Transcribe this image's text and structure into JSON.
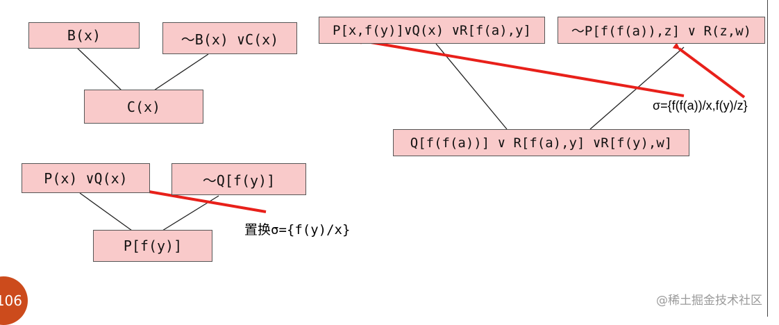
{
  "left_tree_1": {
    "node_b": "B(x)",
    "node_not_b_or_c": "～B(x) ∨C(x)",
    "node_c": "C(x)"
  },
  "left_tree_2": {
    "node_p_or_q": "P(x) ∨Q(x)",
    "node_not_q": "～Q[f(y)]",
    "node_p": "P[f(y)]",
    "substitution_note": "置换σ={f(y)/x}"
  },
  "right_tree": {
    "node_top_left": "P[x,f(y)]∨Q(x) ∨R[f(a),y]",
    "node_top_right": "～P[f(f(a)),z] ∨ R(z,w)",
    "node_bottom": "Q[f(f(a))] ∨ R[f(a),y] ∨R[f(y),w]",
    "substitution_note": "σ={f(f(a))/x,f(y)/z}"
  },
  "page_badge": "106",
  "watermark": "@稀土掘金技术社区",
  "colors": {
    "box_fill": "#f9caca",
    "arrow": "#e8201a",
    "circle": "#3a8ee8",
    "badge": "#cc4b1c"
  }
}
